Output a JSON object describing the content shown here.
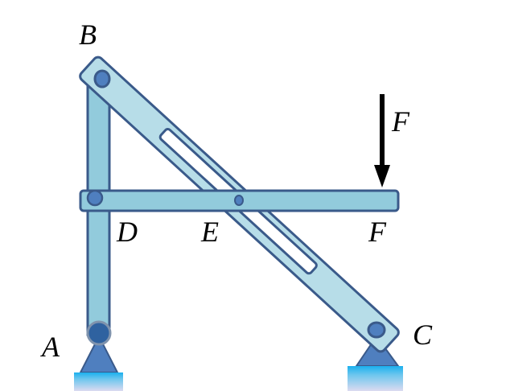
{
  "labels": {
    "A": "A",
    "B": "B",
    "C": "C",
    "D": "D",
    "E": "E",
    "F_point": "F",
    "F_force": "F"
  },
  "colors": {
    "bar_fill": "#92cbdc",
    "diag_fill": "#b7dde8",
    "stroke": "#3a5a8a",
    "pin": "#4f7fbf",
    "pin_dark": "#2f62a0",
    "support": "#4f7fbf",
    "ground_top": "#1ab0ee",
    "ground_bottom": "#d8d6ef",
    "arrow": "#000000"
  }
}
